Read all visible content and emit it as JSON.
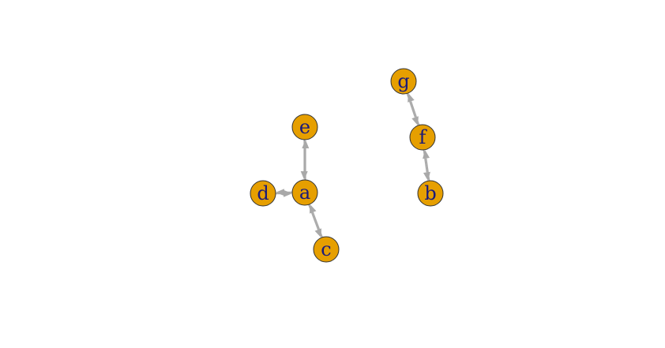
{
  "graph": {
    "directed": true,
    "style": {
      "node_fill": "#E69F00",
      "node_stroke": "#333333",
      "label_color": "#1a1a7a",
      "edge_color": "#a9a9a9",
      "background": "#ffffff"
    },
    "nodes": [
      {
        "id": "a",
        "label": "a"
      },
      {
        "id": "b",
        "label": "b"
      },
      {
        "id": "c",
        "label": "c"
      },
      {
        "id": "d",
        "label": "d"
      },
      {
        "id": "e",
        "label": "e"
      },
      {
        "id": "f",
        "label": "f"
      },
      {
        "id": "g",
        "label": "g"
      }
    ],
    "edges": [
      {
        "from": "a",
        "to": "e"
      },
      {
        "from": "e",
        "to": "a"
      },
      {
        "from": "a",
        "to": "d"
      },
      {
        "from": "d",
        "to": "a"
      },
      {
        "from": "a",
        "to": "c"
      },
      {
        "from": "c",
        "to": "a"
      },
      {
        "from": "g",
        "to": "f"
      },
      {
        "from": "f",
        "to": "g"
      },
      {
        "from": "f",
        "to": "b"
      },
      {
        "from": "b",
        "to": "f"
      }
    ]
  }
}
